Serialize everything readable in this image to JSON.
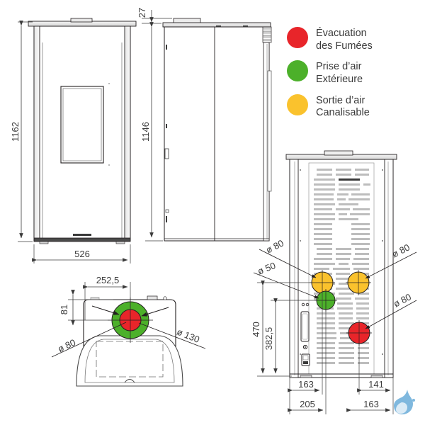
{
  "document": {
    "type": "technical-drawing",
    "subject": "Pellet stove dimensional drawing"
  },
  "legend": {
    "items": [
      {
        "color": "#e8252a",
        "label_line1": "Évacuation",
        "label_line2": "des Fumées",
        "icon": "red-circle-icon"
      },
      {
        "color": "#4cb02a",
        "label_line1": "Prise d’air",
        "label_line2": "Extérieure",
        "icon": "green-circle-icon"
      },
      {
        "color": "#fac22d",
        "label_line1": "Sortie d’air",
        "label_line2": "Canalisable",
        "icon": "yellow-circle-icon"
      }
    ]
  },
  "views": {
    "front": {
      "name": "Front elevation",
      "dim_height": "1162",
      "dim_width": "526"
    },
    "side": {
      "name": "Side elevation",
      "dim_top": "27",
      "dim_height": "1146"
    },
    "plan": {
      "name": "Top plan view",
      "dim_offset_x": "252,5",
      "dim_offset_y": "81",
      "dim_inner_diameter": "ø 80",
      "dim_outer_diameter": "ø 130"
    },
    "rear": {
      "name": "Rear elevation",
      "dim_left_upper": "ø 80",
      "dim_left_lower": "ø 50",
      "dim_right_upper": "ø 80",
      "dim_right_lower": "ø 80",
      "dim_height_outer": "470",
      "dim_height_inner": "382,5",
      "dim_left_inner": "163",
      "dim_left_outer": "205",
      "dim_right_inner": "141",
      "dim_right_outer": "163"
    }
  },
  "colors": {
    "flue": "#e8252a",
    "air_intake": "#4cb02a",
    "ducted_air": "#fac22d",
    "line": "#231f20",
    "watermark": "#7fb8de"
  },
  "watermark": {
    "icon": "water-drop-logo"
  }
}
